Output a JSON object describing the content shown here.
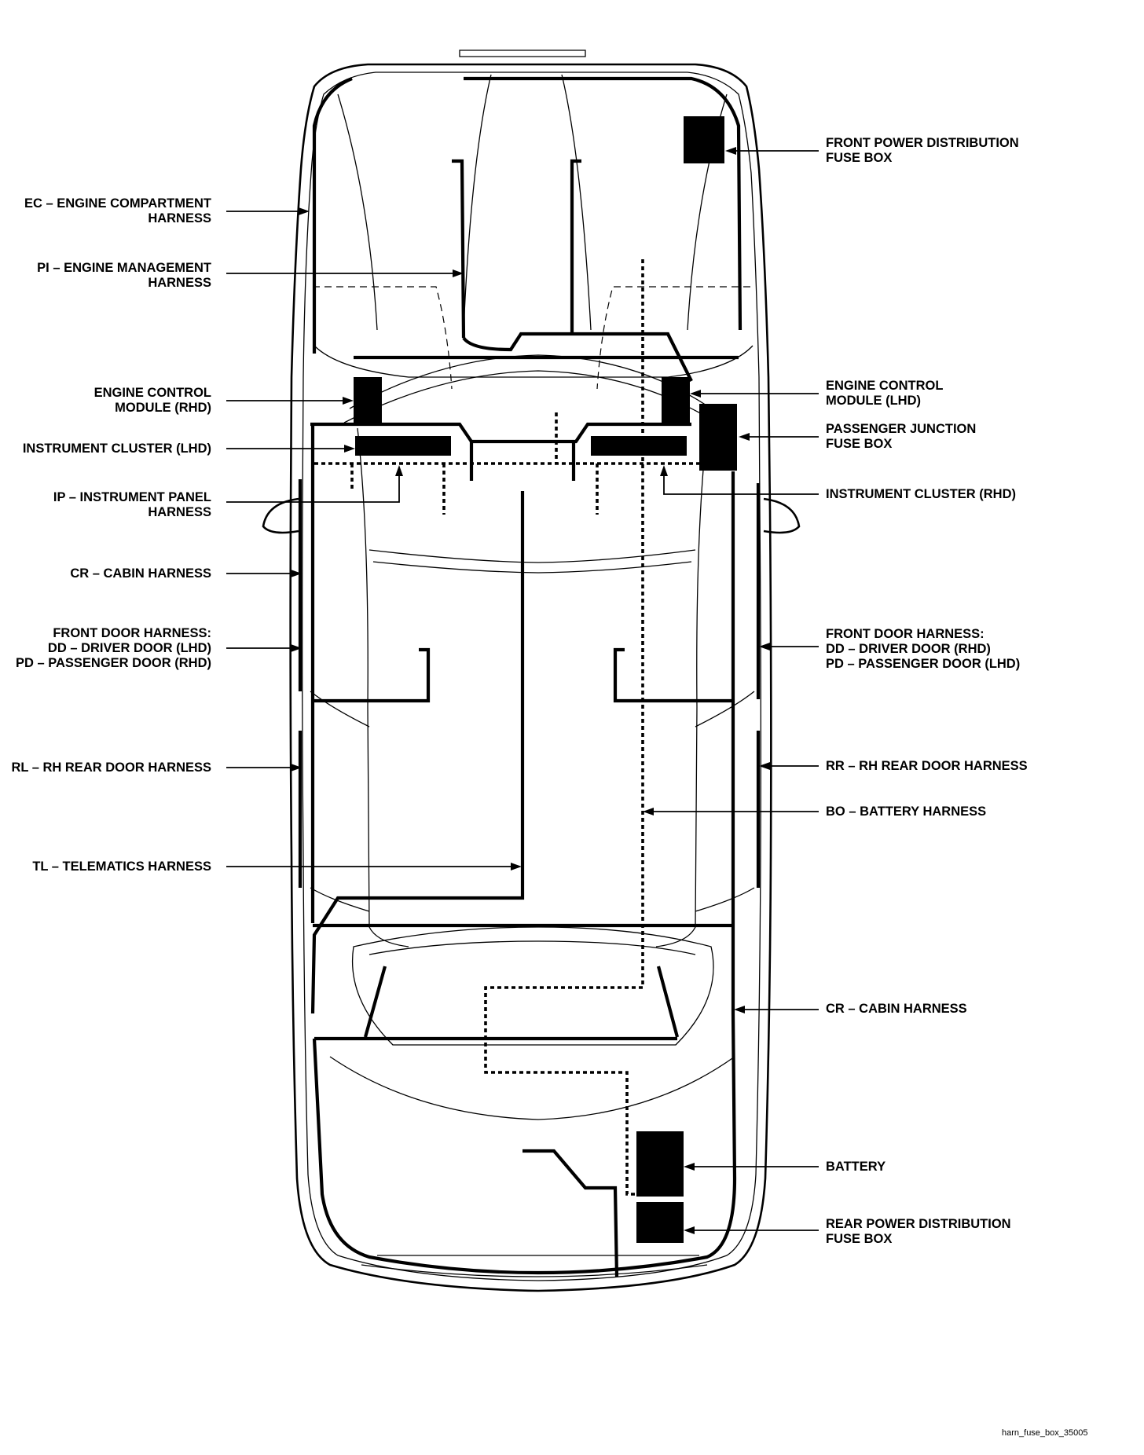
{
  "labels": {
    "front_power_fuse_box": [
      "FRONT POWER DISTRIBUTION",
      "FUSE BOX"
    ],
    "ec_harness": [
      "EC – ENGINE COMPARTMENT",
      "HARNESS"
    ],
    "pi_harness": [
      "PI – ENGINE MANAGEMENT",
      "HARNESS"
    ],
    "ecm_rhd": [
      "ENGINE CONTROL",
      "MODULE (RHD)"
    ],
    "ecm_lhd": [
      "ENGINE CONTROL",
      "MODULE (LHD)"
    ],
    "instrument_cluster_lhd": [
      "INSTRUMENT CLUSTER (LHD)"
    ],
    "passenger_junction_fuse_box": [
      "PASSENGER JUNCTION",
      "FUSE BOX"
    ],
    "ip_harness": [
      "IP – INSTRUMENT PANEL",
      "HARNESS"
    ],
    "instrument_cluster_rhd": [
      "INSTRUMENT CLUSTER (RHD)"
    ],
    "cr_cabin_harness_left": [
      "CR – CABIN HARNESS"
    ],
    "front_door_harness_left": [
      "FRONT DOOR HARNESS:",
      "DD – DRIVER DOOR (LHD)",
      "PD – PASSENGER DOOR (RHD)"
    ],
    "front_door_harness_right": [
      "FRONT DOOR HARNESS:",
      "DD – DRIVER DOOR (RHD)",
      "PD – PASSENGER DOOR (LHD)"
    ],
    "rl_rear_door_harness": [
      "RL – RH REAR DOOR HARNESS"
    ],
    "rr_rear_door_harness": [
      "RR – RH REAR DOOR HARNESS"
    ],
    "bo_battery_harness": [
      "BO – BATTERY HARNESS"
    ],
    "tl_telematics_harness": [
      "TL – TELEMATICS HARNESS"
    ],
    "cr_cabin_harness_right": [
      "CR – CABIN HARNESS"
    ],
    "battery": [
      "BATTERY"
    ],
    "rear_power_fuse_box": [
      "REAR POWER DISTRIBUTION",
      "FUSE BOX"
    ]
  },
  "figure_reference": "harn_fuse_box_35005"
}
